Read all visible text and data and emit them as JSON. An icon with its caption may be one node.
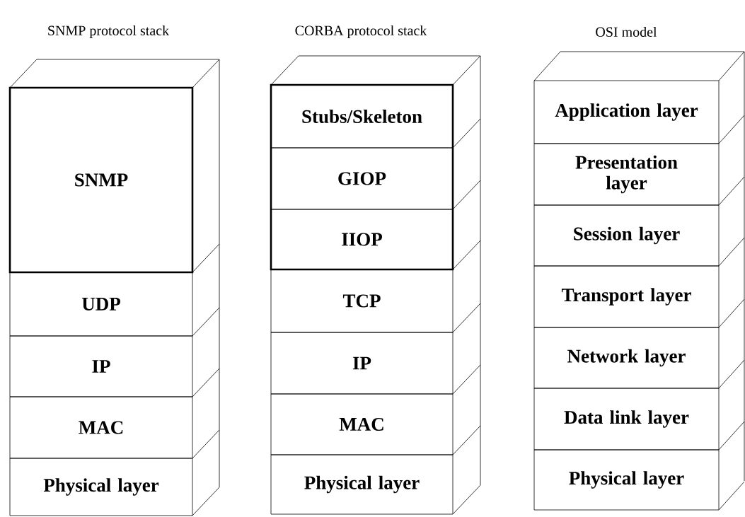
{
  "diagram": {
    "nodes": [
      {
        "text": [
          "SNMP"
        ]
      },
      {
        "text": [
          "UDP"
        ]
      },
      {
        "text": [
          "IP"
        ]
      },
      {
        "text": [
          "MAC"
        ]
      },
      {
        "text": [
          "Physical layer"
        ]
      },
      {
        "text": [],
        "shape": "box"
      },
      {
        "text": [
          "Stubs/Skeleton"
        ],
        "in": 5
      },
      {
        "text": [
          "GIOP"
        ],
        "in": 5
      },
      {
        "text": [
          "IIOP"
        ],
        "in": 5
      },
      {
        "text": [
          "TCP"
        ]
      },
      {
        "text": [
          "IP"
        ]
      },
      {
        "text": [
          "MAC"
        ]
      },
      {
        "text": [
          "Physical layer"
        ]
      },
      {
        "text": [
          "Application layer"
        ]
      },
      {
        "text": [
          "Presentation layer"
        ]
      },
      {
        "text": [
          "Session layer"
        ]
      },
      {
        "text": [
          "Transport layer"
        ]
      },
      {
        "text": [
          "Network layer"
        ]
      },
      {
        "text": [
          "Data link layer"
        ]
      },
      {
        "text": [
          "Physical layer"
        ]
      }
    ],
    "labels": [
      "SNMP protocol stack",
      "CORBA protocol stack",
      "OSI model"
    ]
  }
}
